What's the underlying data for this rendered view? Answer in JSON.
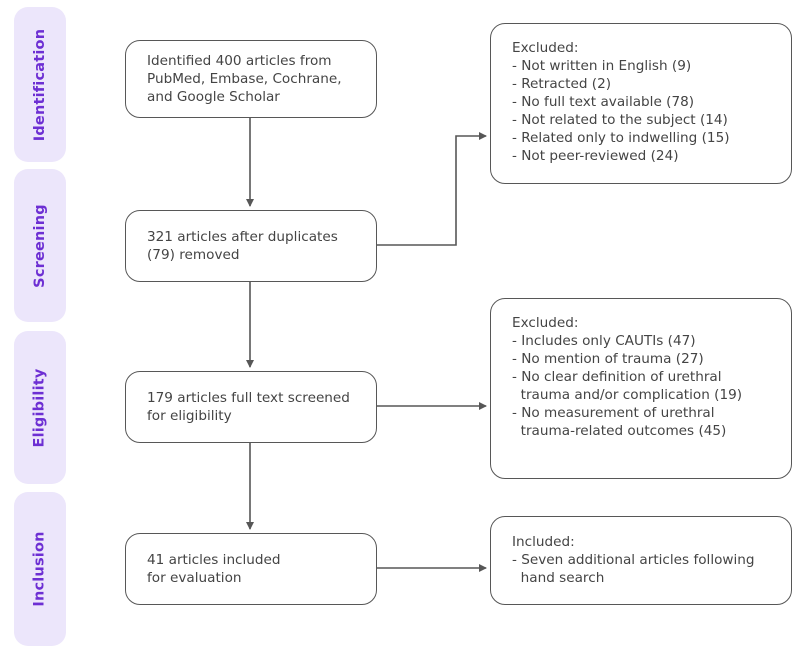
{
  "phases": {
    "identification": "Identification",
    "screening": "Screening",
    "eligibility": "Eligibility",
    "inclusion": "Inclusion"
  },
  "main": {
    "identification": [
      "Identified 400 articles from",
      "PubMed, Embase, Cochrane,",
      "and Google Scholar"
    ],
    "screening": [
      "321 articles after duplicates",
      "(79) removed"
    ],
    "eligibility": [
      "179 articles full text screened",
      "for eligibility"
    ],
    "inclusion": [
      "41 articles included",
      "for evaluation"
    ]
  },
  "side": {
    "excluded_screening": [
      "Excluded:",
      "- Not written in English (9)",
      "- Retracted (2)",
      "- No full text available (78)",
      "- Not related to the subject (14)",
      "- Related only to indwelling (15)",
      "- Not peer-reviewed (24)"
    ],
    "excluded_eligibility": [
      "Excluded:",
      "- Includes only CAUTIs (47)",
      "- No mention of trauma (27)",
      "- No clear definition of urethral",
      "  trauma and/or complication (19)",
      "- No measurement of urethral",
      "  trauma-related outcomes (45)"
    ],
    "included": [
      "Included:",
      "- Seven additional articles following",
      "  hand search"
    ]
  },
  "colors": {
    "phase_bg": "#ece6fb",
    "phase_text": "#6d2fd3",
    "border": "#575757"
  }
}
